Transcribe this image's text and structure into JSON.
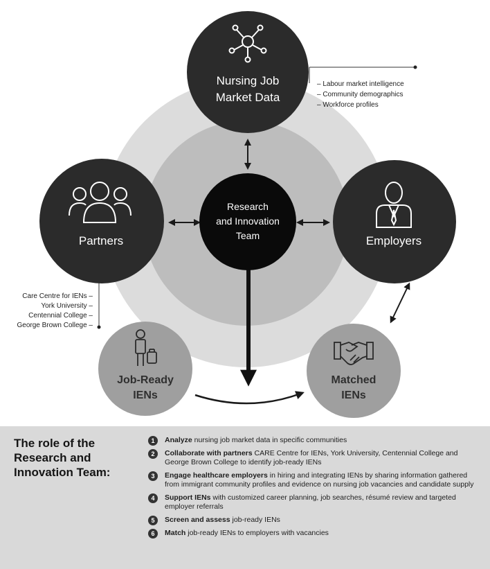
{
  "nodes": {
    "market_data": {
      "line1": "Nursing Job",
      "line2": "Market Data"
    },
    "center": {
      "line1": "Research",
      "line2": "and Innovation",
      "line3": "Team"
    },
    "partners": {
      "label": "Partners"
    },
    "employers": {
      "label": "Employers"
    },
    "job_ready": {
      "line1": "Job-Ready",
      "line2": "IENs"
    },
    "matched": {
      "line1": "Matched",
      "line2": "IENs"
    }
  },
  "market_data_items": [
    "– Labour market intelligence",
    "– Community demographics",
    "– Workforce profiles"
  ],
  "partner_items": [
    "Care Centre for IENs –",
    "York University –",
    "Centennial College –",
    "George Brown College –"
  ],
  "role": {
    "title": "The role of the\nResearch and\nInnovation Team:",
    "items": [
      {
        "num": "1",
        "bold": "Analyze",
        "text": " nursing job market data in specific communities"
      },
      {
        "num": "2",
        "bold": "Collaborate with partners",
        "text": " CARE Centre for IENs, York University, Centennial College and George Brown College to identify job-ready IENs"
      },
      {
        "num": "3",
        "bold": "Engage healthcare employers",
        "text": " in hiring and integrating IENs by sharing information gathered from immigrant community profiles and evidence on nursing job vacancies and candidate supply"
      },
      {
        "num": "4",
        "bold": "Support IENs",
        "text": " with customized career planning, job searches, résumé review and targeted employer referrals"
      },
      {
        "num": "5",
        "bold": "Screen and assess",
        "text": " job-ready IENs"
      },
      {
        "num": "6",
        "bold": "Match",
        "text": " job-ready IENs to employers with vacancies"
      }
    ]
  }
}
